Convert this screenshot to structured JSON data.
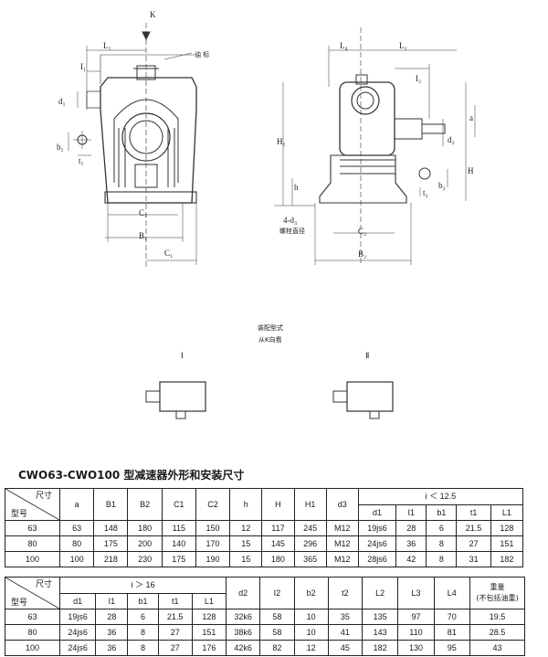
{
  "drawing": {
    "k_label": "K",
    "l1": "L₁",
    "i1": "I₁",
    "d1": "d₁",
    "b1": "b₁",
    "t1": "t₁",
    "oil_label": "油 标",
    "c1_front": "C₁",
    "b1_front": "B₁",
    "c1_front2": "C₁",
    "l4": "L₄",
    "l2": "L₂",
    "i2": "I₂",
    "a": "a",
    "h1": "H₁",
    "d2": "d₂",
    "h_cap": "H",
    "h_small": "h",
    "b2": "b₂",
    "t2": "t₂",
    "d3_label": "4-d₃",
    "d3_desc": "螺栓直径",
    "c2": "C₂",
    "b2_side": "B₂",
    "assembly_title": "装配型式",
    "assembly_sub": "从K向看",
    "assembly_1": "Ⅰ",
    "assembly_2": "Ⅱ"
  },
  "table_title": "CWO63-CWO100 型减速器外形和安装尺寸",
  "table1": {
    "corner_top": "尺寸",
    "corner_bottom": "型号",
    "headers": [
      "a",
      "B1",
      "B2",
      "C1",
      "C2",
      "h",
      "H",
      "H1",
      "d3"
    ],
    "group_label": "i ＜ 12.5",
    "sub_headers": [
      "d1",
      "I1",
      "b1",
      "t1",
      "L1"
    ],
    "rows": [
      [
        "63",
        "63",
        "148",
        "180",
        "115",
        "150",
        "12",
        "117",
        "245",
        "M12",
        "19js6",
        "28",
        "6",
        "21.5",
        "128"
      ],
      [
        "80",
        "80",
        "175",
        "200",
        "140",
        "170",
        "15",
        "145",
        "296",
        "M12",
        "24js6",
        "36",
        "8",
        "27",
        "151"
      ],
      [
        "100",
        "100",
        "218",
        "230",
        "175",
        "190",
        "15",
        "180",
        "365",
        "M12",
        "28js6",
        "42",
        "8",
        "31",
        "182"
      ]
    ]
  },
  "table2": {
    "corner_top": "尺寸",
    "corner_bottom": "型号",
    "group_label": "i ＞ 16",
    "sub_headers": [
      "d1",
      "I1",
      "b1",
      "t1",
      "L1"
    ],
    "headers": [
      "d2",
      "I2",
      "b2",
      "t2",
      "L2",
      "L3",
      "L4"
    ],
    "weight_label": "重量",
    "weight_note": "(不包括油重)",
    "rows": [
      [
        "63",
        "19js6",
        "28",
        "6",
        "21.5",
        "128",
        "32k6",
        "58",
        "10",
        "35",
        "135",
        "97",
        "70",
        "19.5"
      ],
      [
        "80",
        "24js6",
        "36",
        "8",
        "27",
        "151",
        "38k6",
        "58",
        "10",
        "41",
        "143",
        "110",
        "81",
        "28.5"
      ],
      [
        "100",
        "24js6",
        "36",
        "8",
        "27",
        "176",
        "42k6",
        "82",
        "12",
        "45",
        "182",
        "130",
        "95",
        "43"
      ]
    ]
  }
}
